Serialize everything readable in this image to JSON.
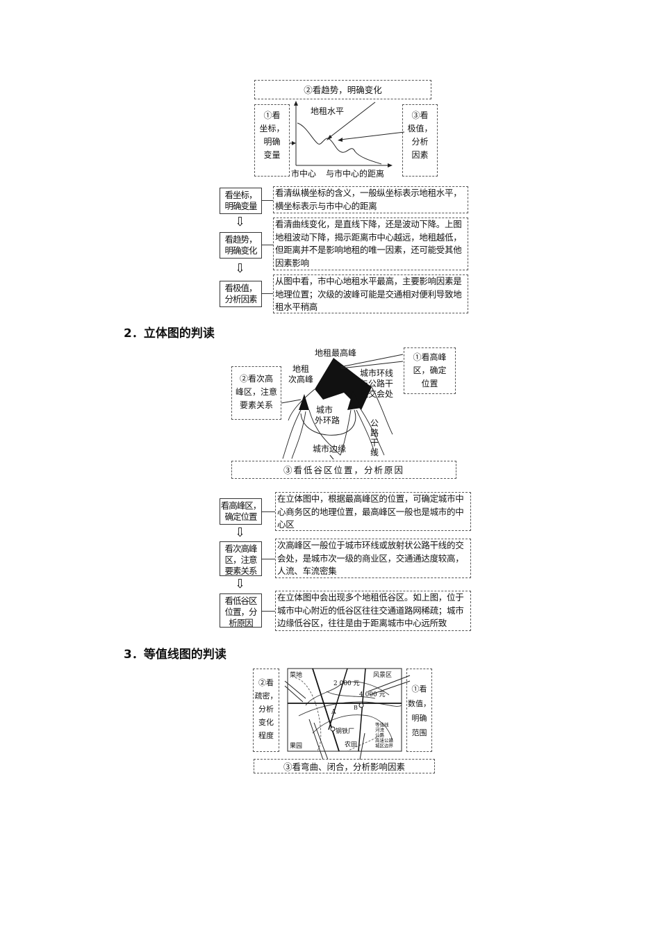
{
  "diagram1": {
    "top_box": "②看趋势，明确变化",
    "left_box": [
      "①看",
      "坐标，",
      "明确",
      "变量"
    ],
    "right_box": [
      "③看",
      "极值，",
      "分析",
      "因素"
    ],
    "y_label": "地租水平",
    "x_origin": "市中心",
    "x_label": "与市中心的距离"
  },
  "flow1": [
    {
      "step": [
        "看坐标，",
        "明确变量"
      ],
      "text": "看清纵横坐标的含义，一般纵坐标表示地租水平，横坐标表示与市中心的距离"
    },
    {
      "step": [
        "看趋势，",
        "明确变化"
      ],
      "text": "看清曲线变化，是直线下降，还是波动下降。上图地租波动下降，揭示距离市中心越远，地租越低，但距离并不是影响地租的唯一因素，还可能受其他因素影响"
    },
    {
      "step": [
        "看极值，",
        "分析因素"
      ],
      "text": "从图中看，市中心地租水平最高，主要影响因素是地理位置；次级的波峰可能是交通相对便利导致地租水平稍高"
    }
  ],
  "arrow_glyph": "⇩",
  "heading2": "2．立体图的判读",
  "diagram2": {
    "peak": "地租最高峰",
    "sub_peak": [
      "地租",
      "次高峰"
    ],
    "box1": [
      "①看高峰",
      "区，确定",
      "位置"
    ],
    "box2": [
      "②看次高",
      "峰区，注意",
      "要素关系"
    ],
    "box3": "③看低谷区位置，分析原因",
    "junction": [
      "城市环线",
      "与公路干",
      "线交会处"
    ],
    "ring_road": [
      "城市",
      "外环路"
    ],
    "highway": [
      "公",
      "路",
      "干",
      "线"
    ],
    "edge": "城市边缘"
  },
  "flow2": [
    {
      "step": [
        "看高峰区，",
        "确定位置"
      ],
      "text": "在立体图中，根据最高峰区的位置，可确定城市中心商务区的地理位置，最高峰区一般也是城市的中心区"
    },
    {
      "step": [
        "看次高峰",
        "区，注意",
        "要素关系"
      ],
      "text": "次高峰区一般位于城市环线或放射状公路干线的交会处，是城市次一级的商业区，交通通达度较高，人流、车流密集"
    },
    {
      "step": [
        "看低谷区",
        "位置，分",
        "析原因"
      ],
      "text": "在立体图中会出现多个地租低谷区。如上图，位于城市中心附近的低谷区往往交通道路网稀疏；城市边缘低谷区，往往是由于距离城市中心远所致"
    }
  ],
  "heading3": "3．等值线图的判读",
  "diagram3": {
    "left_box": [
      "②看",
      "疏密，",
      "分析",
      "变化",
      "程度"
    ],
    "right_box": [
      "①看",
      "数值，",
      "明确",
      "范围"
    ],
    "bottom_box": "③看弯曲、闭合，分析影响因素",
    "labels": {
      "cai": "菜地",
      "scenic": "风景区",
      "v2000": "2 000 元",
      "v4000": "4 000 元",
      "A": "A",
      "B": "B",
      "steel": "钢铁厂",
      "orchard": "果园",
      "farm": "农田"
    },
    "legend": [
      "等值线",
      "河流",
      "公路",
      "高速公路",
      "城区边界"
    ]
  }
}
